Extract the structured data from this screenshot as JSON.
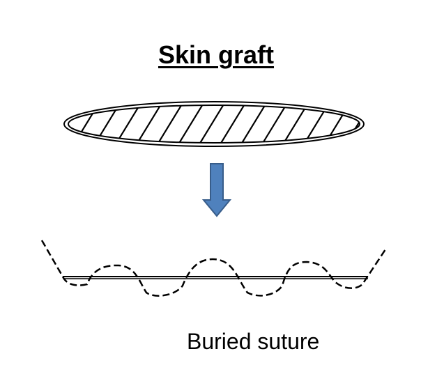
{
  "title": "Skin graft",
  "caption": "Buried suture",
  "colors": {
    "arrow_fill": "#4F81BD",
    "arrow_stroke": "#385D8A",
    "line": "#000000"
  },
  "icons": {
    "graft": "hatched-ellipse",
    "arrow": "down-arrow",
    "suture": "dashed-wavy-line"
  }
}
